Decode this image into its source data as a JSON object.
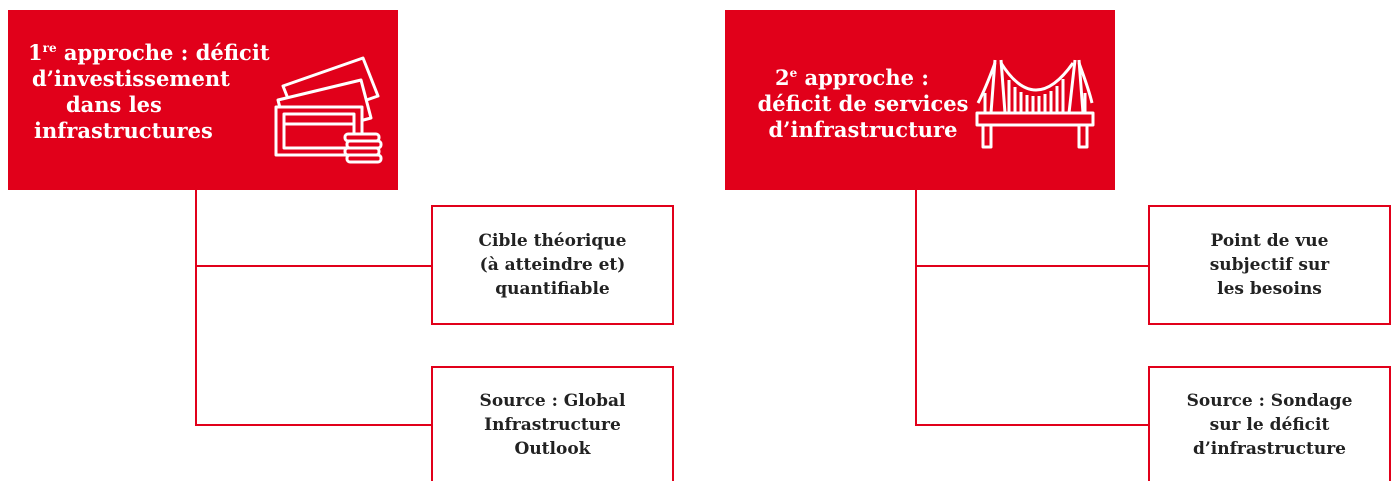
{
  "colors": {
    "accent": "#e1001a",
    "text": "#222222",
    "background": "#ffffff"
  },
  "approach1": {
    "num": "1",
    "sup": "re",
    "line1_rest": " approche : déficit",
    "line2": "d’investissement",
    "line3": "dans les",
    "line4": "infrastructures",
    "icon": "money-icon",
    "box1": {
      "l1": "Cible théorique",
      "l2": "(à atteindre et)",
      "l3": "quantifiable"
    },
    "box2": {
      "l1": "Source : Global",
      "l2": "Infrastructure",
      "l3": "Outlook"
    }
  },
  "approach2": {
    "num": "2",
    "sup": "e",
    "line1_rest": " approche :",
    "line2": "déficit de services",
    "line3": "d’infrastructure",
    "icon": "bridge-icon",
    "box1": {
      "l1": "Point de vue",
      "l2": "subjectif sur",
      "l3": "les besoins"
    },
    "box2": {
      "l1": "Source : Sondage",
      "l2": "sur le déficit",
      "l3": "d’infrastructure"
    }
  }
}
